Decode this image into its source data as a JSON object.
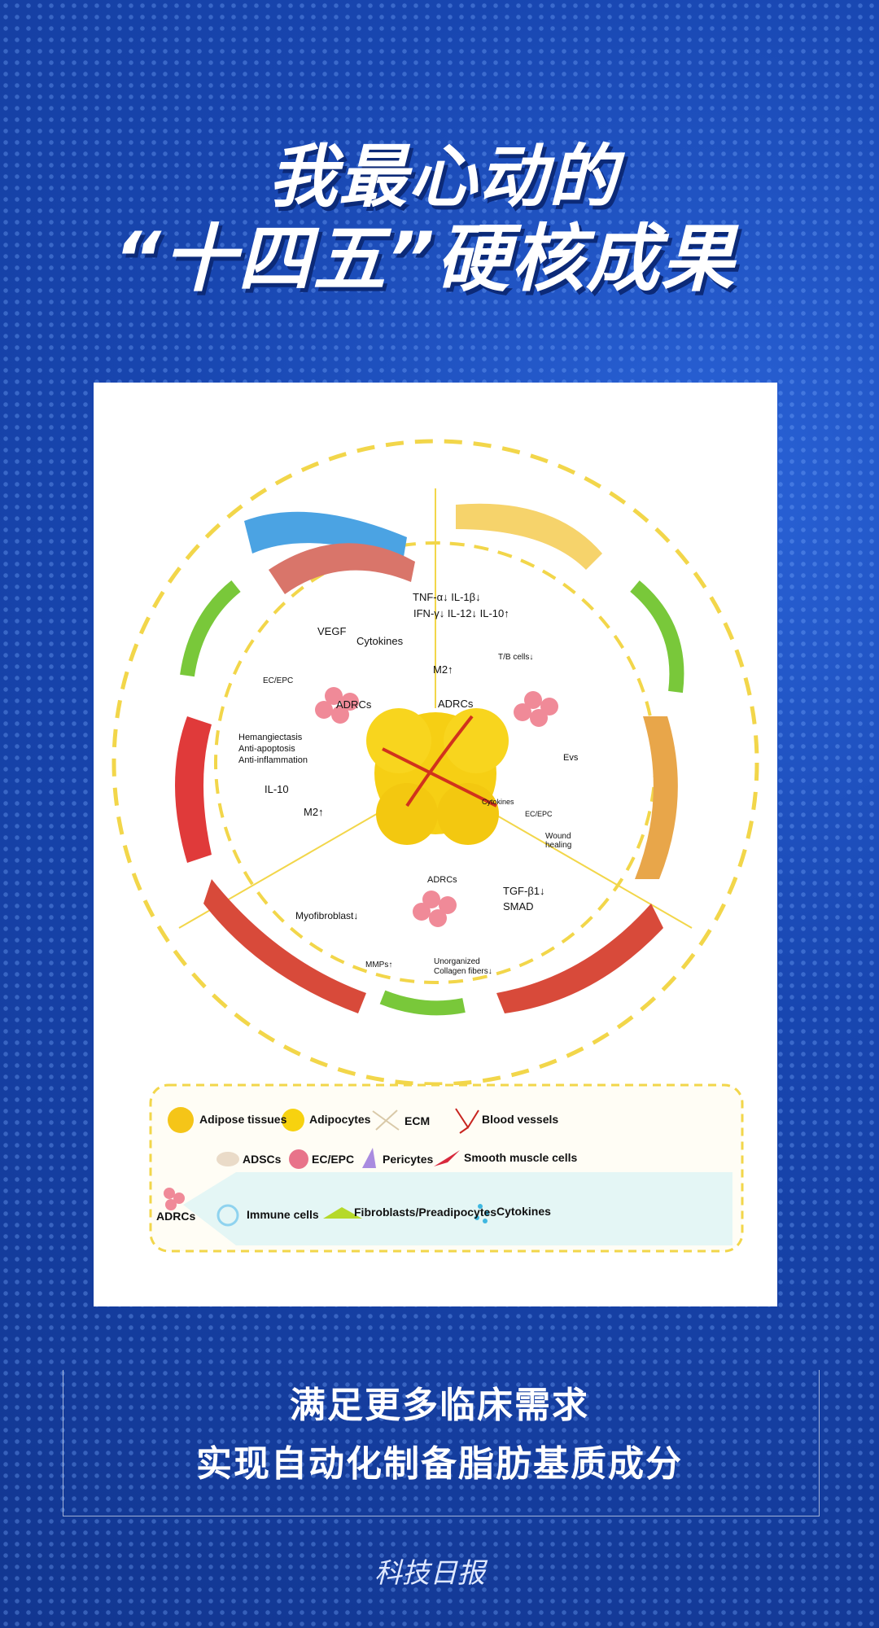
{
  "title": {
    "line1": "我最心动的",
    "line2": "“十四五”硬核成果"
  },
  "diagram": {
    "top_right": {
      "cytokine_line1": "TNF-α↓  IL-1β↓",
      "cytokine_line2": "IFN-γ↓  IL-12↓  IL-10↑",
      "m2": "M2↑",
      "tb_cells": "T/B cells↓",
      "adrcs": "ADRCs",
      "evs": "Evs",
      "cytokines": "Cytokines",
      "ec_epc": "EC/EPC",
      "wound": "Wound healing"
    },
    "top_left": {
      "vegf": "VEGF",
      "cytokines": "Cytokines",
      "ec_epc": "EC/EPC",
      "adrcs": "ADRCs",
      "effects": [
        "Hemangiectasis",
        "Anti-apoptosis",
        "Anti-inflammation"
      ],
      "il10": "IL-10",
      "m2": "M2↑"
    },
    "bottom": {
      "adrcs": "ADRCs",
      "myofibroblast": "Myofibroblast↓",
      "tgf": "TGF-β1↓",
      "smad": "SMAD",
      "mmps": "MMPs↑",
      "collagen_line1": "Unorganized",
      "collagen_line2": "Collagen fibers↓"
    }
  },
  "legend": [
    {
      "label": "Adipose tissues",
      "color": "#f5c518"
    },
    {
      "label": "Adipocytes",
      "color": "#f7d20f"
    },
    {
      "label": "ECM",
      "color": "#d9c9a8"
    },
    {
      "label": "Blood vessels",
      "color": "#c8241f"
    },
    {
      "label": "ADSCs",
      "color": "#eadbc8"
    },
    {
      "label": "EC/EPC",
      "color": "#e8738a"
    },
    {
      "label": "Pericytes",
      "color": "#a98be0"
    },
    {
      "label": "Smooth muscle cells",
      "color": "#d8283c"
    },
    {
      "label": "ADRCs",
      "color": "#f08a98"
    },
    {
      "label": "Immune cells",
      "color": "#8fd3ef"
    },
    {
      "label": "Fibroblasts/Preadipocytes",
      "color": "#b5d92a"
    },
    {
      "label": "Cytokines",
      "color": "#3fb7e0"
    }
  ],
  "bottom_text": {
    "line1": "满足更多临床需求",
    "line2": "实现自动化制备脂肪基质成分"
  },
  "logo": "科技日报"
}
